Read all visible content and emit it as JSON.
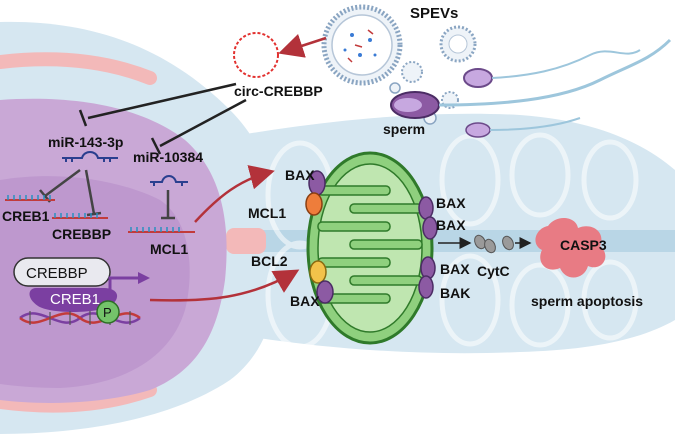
{
  "labels": {
    "spevs": "SPEVs",
    "circ": "circ-CREBBP",
    "sperm": "sperm",
    "mir143": "miR-143-3p",
    "mir10384": "miR-10384",
    "creb1_gene": "CREB1",
    "crebbp_gene": "CREBBP",
    "mcl1_gene": "MCL1",
    "crebbp_protein": "CREBBP",
    "creb1_protein": "CREB1",
    "phospho": "P",
    "mcl1_protein": "MCL1",
    "bcl2_protein": "BCL2",
    "bax_top_left": "BAX",
    "bax_bottom_left": "BAX",
    "bax_right_1": "BAX",
    "bax_right_2": "BAX",
    "bax_right_3": "BAX",
    "bak_right": "BAK",
    "cytc": "CytC",
    "casp3": "CASP3",
    "apoptosis": "sperm apoptosis"
  },
  "colors": {
    "cell_body": "#cfe3ef",
    "tail_band": "#b9d6e6",
    "nucleus_outer": "#c9a8d6",
    "nucleus_inner": "#b58bc9",
    "pink_stripe": "#f3b9b9",
    "arrow_red": "#b3323a",
    "mito_green": "#8fd07e",
    "mito_outline": "#2f7a2a",
    "bax_purple": "#8c5aa3",
    "mcl1_orange": "#ee7d3b",
    "bcl2_yellow": "#f2c24a",
    "casp3_pink": "#e87b84",
    "creb1_purple": "#7b3fa1",
    "p_green": "#74c36a",
    "rna_blue": "#2a3f8f",
    "rna_red": "#c23b3b"
  }
}
